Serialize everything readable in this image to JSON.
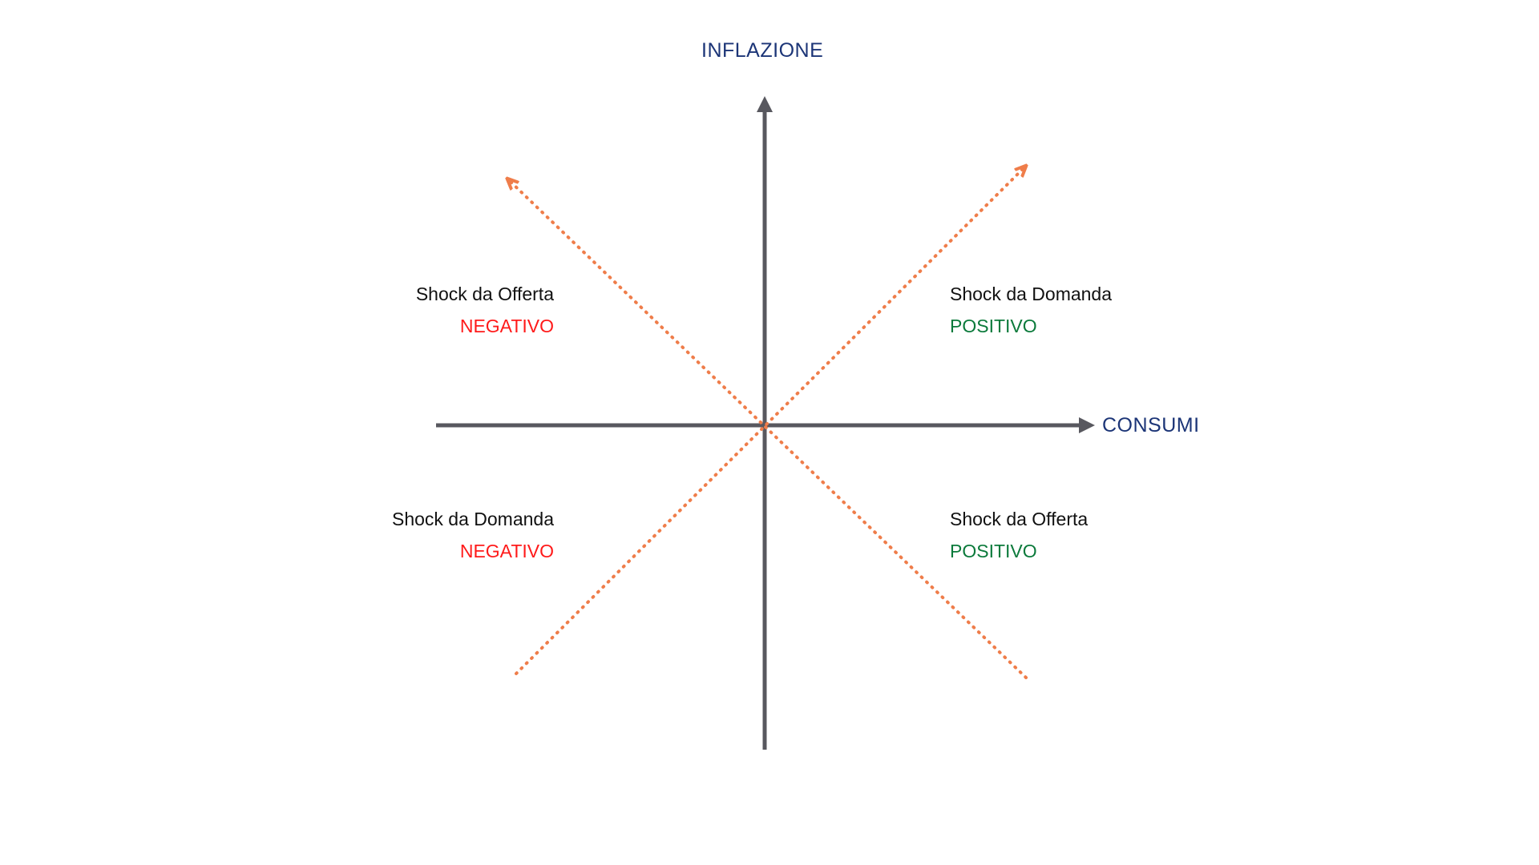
{
  "axes": {
    "y_label": "INFLAZIONE",
    "x_label": "CONSUMI"
  },
  "colors": {
    "axis": "#58585f",
    "shock_line": "#ef7d4a",
    "axis_title": "#1c3577",
    "negative": "#ff1a1a",
    "positive": "#0b7a3b"
  },
  "quadrants": {
    "top_left": {
      "title": "Shock da Offerta",
      "sign": "NEGATIVO"
    },
    "top_right": {
      "title": "Shock da Domanda",
      "sign": "POSITIVO"
    },
    "bottom_left": {
      "title": "Shock da Domanda",
      "sign": "NEGATIVO"
    },
    "bottom_right": {
      "title": "Shock da Offerta",
      "sign": "POSITIVO"
    }
  }
}
